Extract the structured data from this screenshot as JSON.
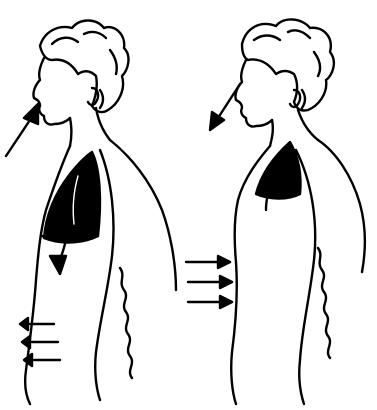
{
  "colors": {
    "background": "#ffffff",
    "ink": "#000000"
  },
  "figures": [
    {
      "id": "inhale",
      "icon": "breathing-figure-inhale"
    },
    {
      "id": "exhale",
      "icon": "breathing-figure-exhale"
    }
  ]
}
